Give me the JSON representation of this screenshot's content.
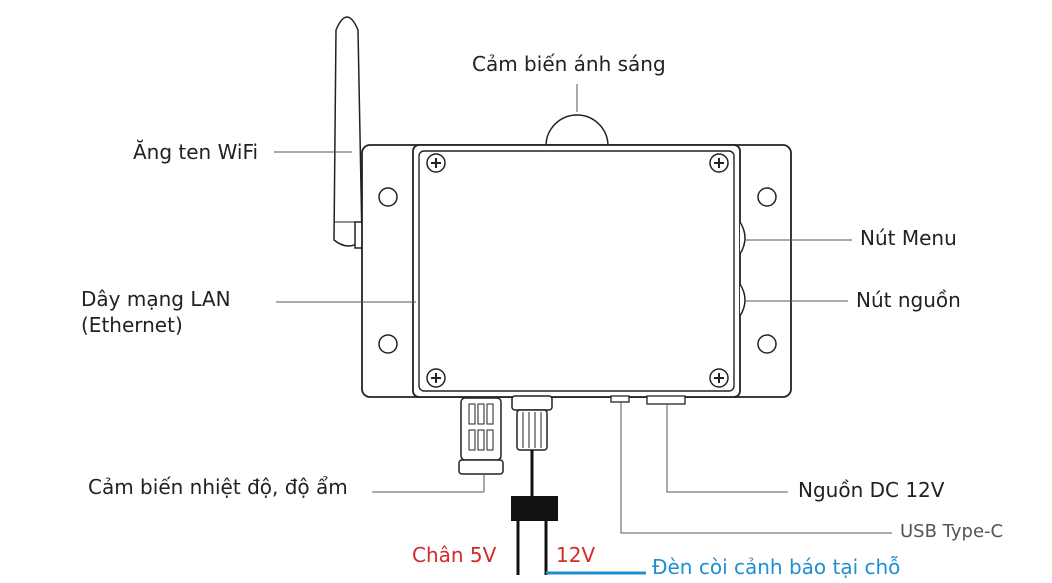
{
  "labels": {
    "light_sensor": "Cảm biến ánh sáng",
    "wifi_antenna": "Ăng ten WiFi",
    "lan_line1": "Dây mạng LAN",
    "lan_line2": "(Ethernet)",
    "menu_button": "Nút Menu",
    "power_button": "Nút nguồn",
    "temp_humidity_sensor": "Cảm biến nhiệt độ, độ ẩm",
    "dc_power": "Nguồn DC 12V",
    "usb_type_c": "USB Type-C",
    "pin_5v": "Chân 5V",
    "pin_12v": "12V",
    "alarm_light": "Đèn còi cảnh báo tại chỗ"
  },
  "colors": {
    "stroke": "#222222",
    "leader": "#555555",
    "red_label": "#d42a2a",
    "blue_label": "#1f8fd1",
    "usb_label": "#555555"
  }
}
